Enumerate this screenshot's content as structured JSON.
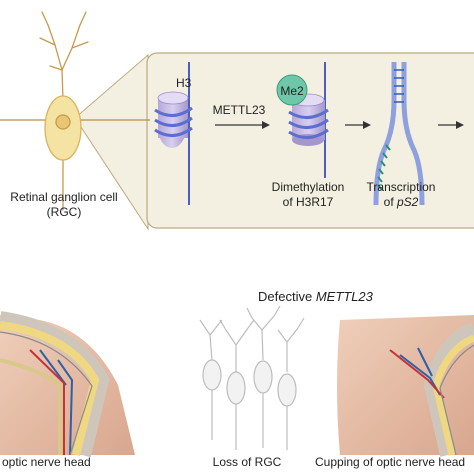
{
  "top_panel": {
    "cell_label_line1": "Retinal ganglion cell",
    "cell_label_line2": "(RGC)",
    "histone_label": "H3",
    "enzyme_label": "METTL23",
    "mark_label": "Me2",
    "step1_line1": "Dimethylation",
    "step1_line2": "of H3R17",
    "step2_line1": "Transcription",
    "step2_line2_prefix": "of ",
    "step2_line2_gene": "pS2"
  },
  "bottom_panel": {
    "header_prefix": "Defective ",
    "header_gene": "METTL23",
    "left_caption": "optic nerve head",
    "middle_caption": "Loss of RGC",
    "right_caption": "Cupping of optic nerve head"
  },
  "colors": {
    "callout_fill": "#f4f0e1",
    "callout_stroke": "#b9ac82",
    "histone_blue": "#8e9ee0",
    "dna_line": "#4a5fc7",
    "me2_green": "#6fc7a9",
    "cell_yellow": "#f4e3a3",
    "retina_pink": "#e8c3ae",
    "nerve_yellow": "#f0d882",
    "vessel_red": "#c0343a"
  }
}
